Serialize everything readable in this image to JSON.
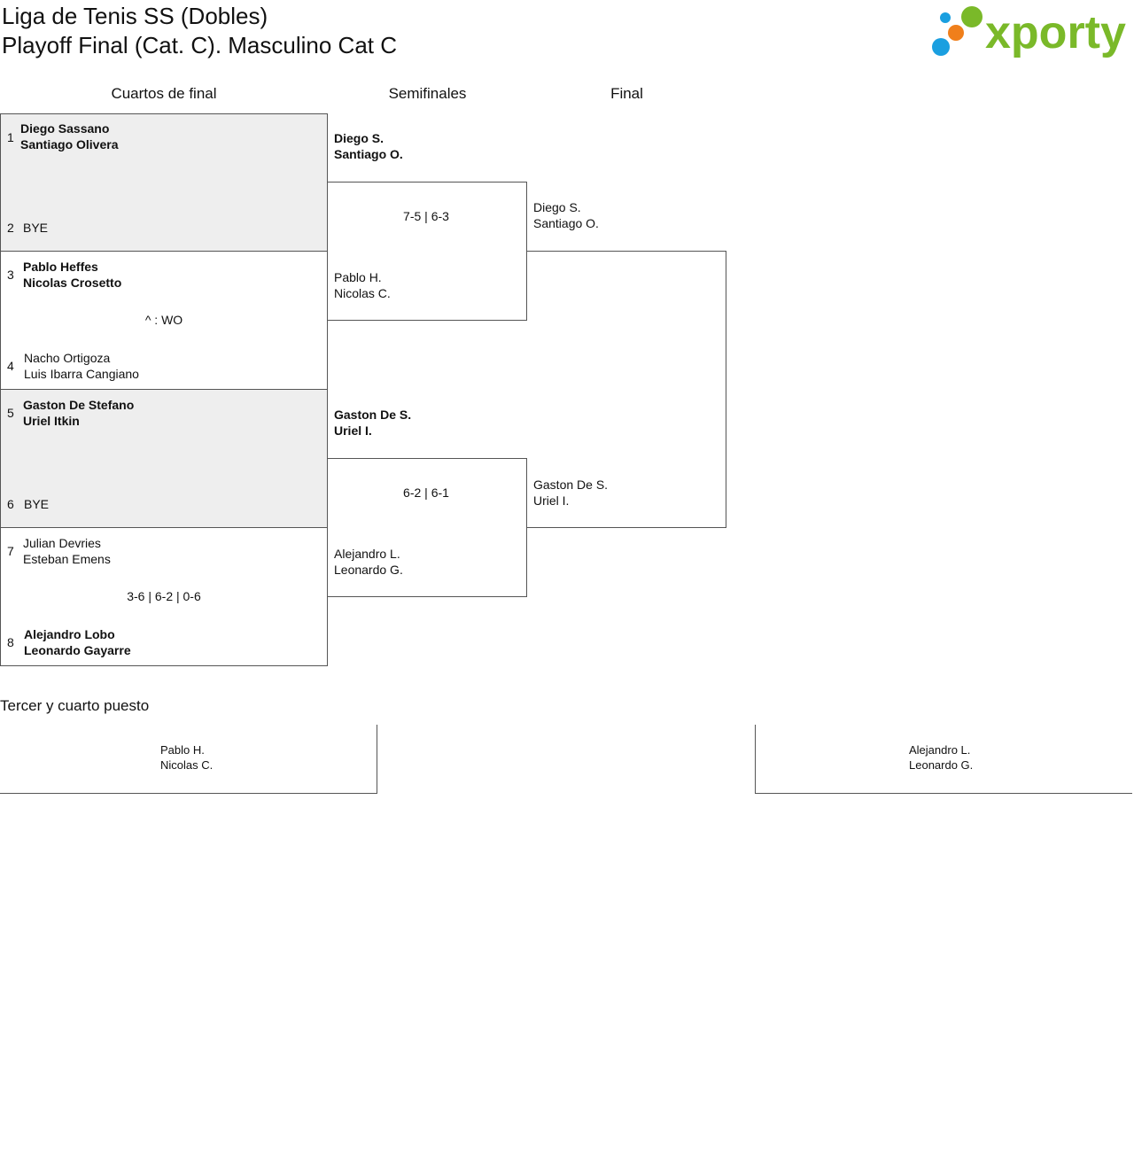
{
  "header": {
    "title_line1": "Liga de Tenis SS (Dobles)",
    "title_line2": "Playoff Final (Cat. C). Masculino Cat C",
    "logo_text": "xporty",
    "logo_colors": {
      "blue": "#1a9fe0",
      "orange": "#f07f1b",
      "green": "#7ab929"
    }
  },
  "rounds": [
    "Cuartos de final",
    "Semifinales",
    "Final"
  ],
  "quarterfinals": [
    {
      "top": {
        "seed": "1",
        "p1": "Diego Sassano",
        "p2": "Santiago Olivera"
      },
      "bottom": {
        "seed": "2",
        "p1": "BYE"
      },
      "score": ""
    },
    {
      "top": {
        "seed": "3",
        "p1": "Pablo Heffes",
        "p2": "Nicolas Crosetto"
      },
      "bottom": {
        "seed": "4",
        "p1": "Nacho Ortigoza",
        "p2": "Luis Ibarra Cangiano"
      },
      "score": "^ : WO"
    },
    {
      "top": {
        "seed": "5",
        "p1": "Gaston De Stefano",
        "p2": "Uriel Itkin"
      },
      "bottom": {
        "seed": "6",
        "p1": "BYE"
      },
      "score": ""
    },
    {
      "top": {
        "seed": "7",
        "p1": "Julian Devries",
        "p2": "Esteban Emens"
      },
      "bottom": {
        "seed": "8",
        "p1": "Alejandro Lobo",
        "p2": "Leonardo Gayarre"
      },
      "score": "3-6 | 6-2 | 0-6"
    }
  ],
  "semifinals": [
    {
      "top": {
        "p1": "Diego S.",
        "p2": "Santiago O."
      },
      "bottom": {
        "p1": "Pablo H.",
        "p2": "Nicolas C."
      },
      "score": "7-5 | 6-3"
    },
    {
      "top": {
        "p1": "Gaston De S.",
        "p2": "Uriel I."
      },
      "bottom": {
        "p1": "Alejandro L.",
        "p2": "Leonardo G."
      },
      "score": "6-2 | 6-1"
    }
  ],
  "final": {
    "top": {
      "p1": "Diego S.",
      "p2": "Santiago O."
    },
    "bottom": {
      "p1": "Gaston De S.",
      "p2": "Uriel I."
    },
    "score": ""
  },
  "third_place": {
    "title": "Tercer y cuarto puesto",
    "left": {
      "p1": "Pablo H.",
      "p2": "Nicolas C."
    },
    "right": {
      "p1": "Alejandro L.",
      "p2": "Leonardo G."
    }
  }
}
